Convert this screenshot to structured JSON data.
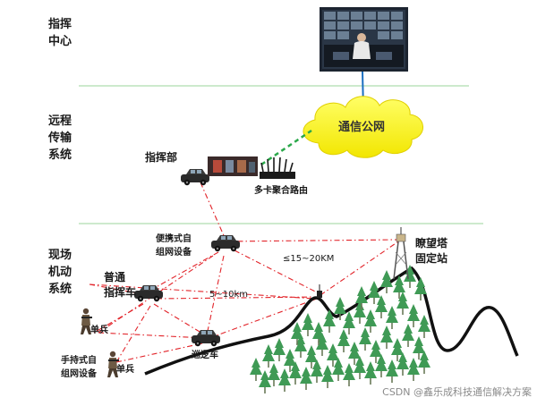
{
  "sections": {
    "command_center": [
      "指挥",
      "中心"
    ],
    "remote_transmission": [
      "远程",
      "传输",
      "系统"
    ],
    "field_mobile": [
      "现场",
      "机动",
      "系统"
    ]
  },
  "nodes": {
    "cloud": "通信公网",
    "command_post": "指挥部",
    "router": "多卡聚合路由",
    "portable_network": [
      "便携式自",
      "组网设备"
    ],
    "watchtower": [
      "瞭望塔",
      "固定站"
    ],
    "command_vehicle": [
      "普通",
      "指挥车"
    ],
    "soldier_1": "单兵",
    "handheld_network": [
      "手持式自",
      "组网设备"
    ],
    "soldier_2": "单兵",
    "patrol_vehicle": "巡逻车"
  },
  "distances": {
    "long_range": "≤15~20KM",
    "short_range": "5~10km"
  },
  "watermark": "CSDN @鑫乐成科技通信解决方案"
}
